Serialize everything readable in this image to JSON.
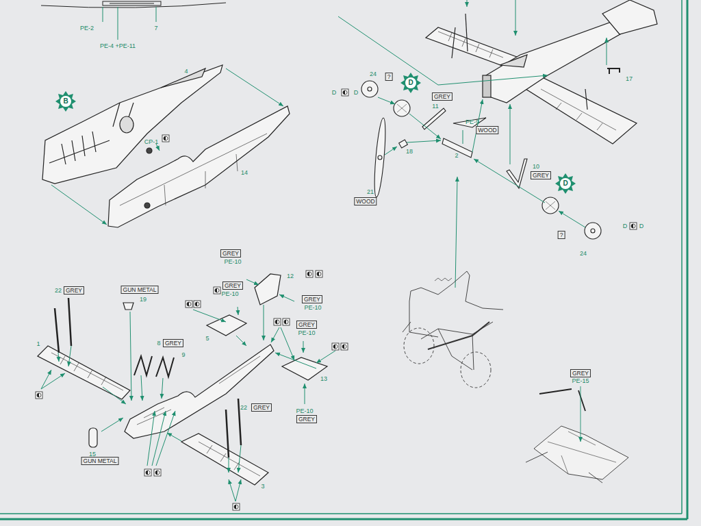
{
  "diagram": {
    "nodes": [
      {
        "text": [
          "GREY"
        ]
      },
      {
        "text": [
          "WOOD"
        ]
      },
      {
        "text": [
          "?"
        ]
      },
      {
        "text": [
          "GREY"
        ]
      },
      {
        "text": [
          "WOOD"
        ]
      },
      {
        "text": [
          "?"
        ]
      },
      {
        "text": [
          "GREY"
        ]
      },
      {
        "text": [
          "GREY"
        ]
      },
      {
        "text": [
          "GREY"
        ]
      },
      {
        "text": [
          "GUN METAL"
        ]
      },
      {
        "text": [
          "GREY"
        ]
      },
      {
        "text": [
          "GREY"
        ]
      },
      {
        "text": [
          "GREY"
        ]
      },
      {
        "text": [
          "GREY"
        ]
      },
      {
        "text": [
          "GREY"
        ]
      },
      {
        "text": [
          "GUN METAL"
        ]
      },
      {
        "text": [
          "GREY"
        ]
      }
    ],
    "labels": [
      "PE-2",
      "PE-4 +PE-11",
      "7",
      "B",
      "4",
      "CP-1",
      "14",
      "17",
      "24",
      "D",
      "D",
      "D",
      "11",
      "PE-9",
      "18",
      "2",
      "10",
      "D",
      "21",
      "24",
      "D",
      "D",
      "PE-10",
      "12",
      "PE-10",
      "PE-10",
      "22",
      "19",
      "8",
      "9",
      "5",
      "PE-10",
      "13",
      "1",
      "PE-10",
      "22",
      "15",
      "3",
      "PE-15"
    ]
  }
}
